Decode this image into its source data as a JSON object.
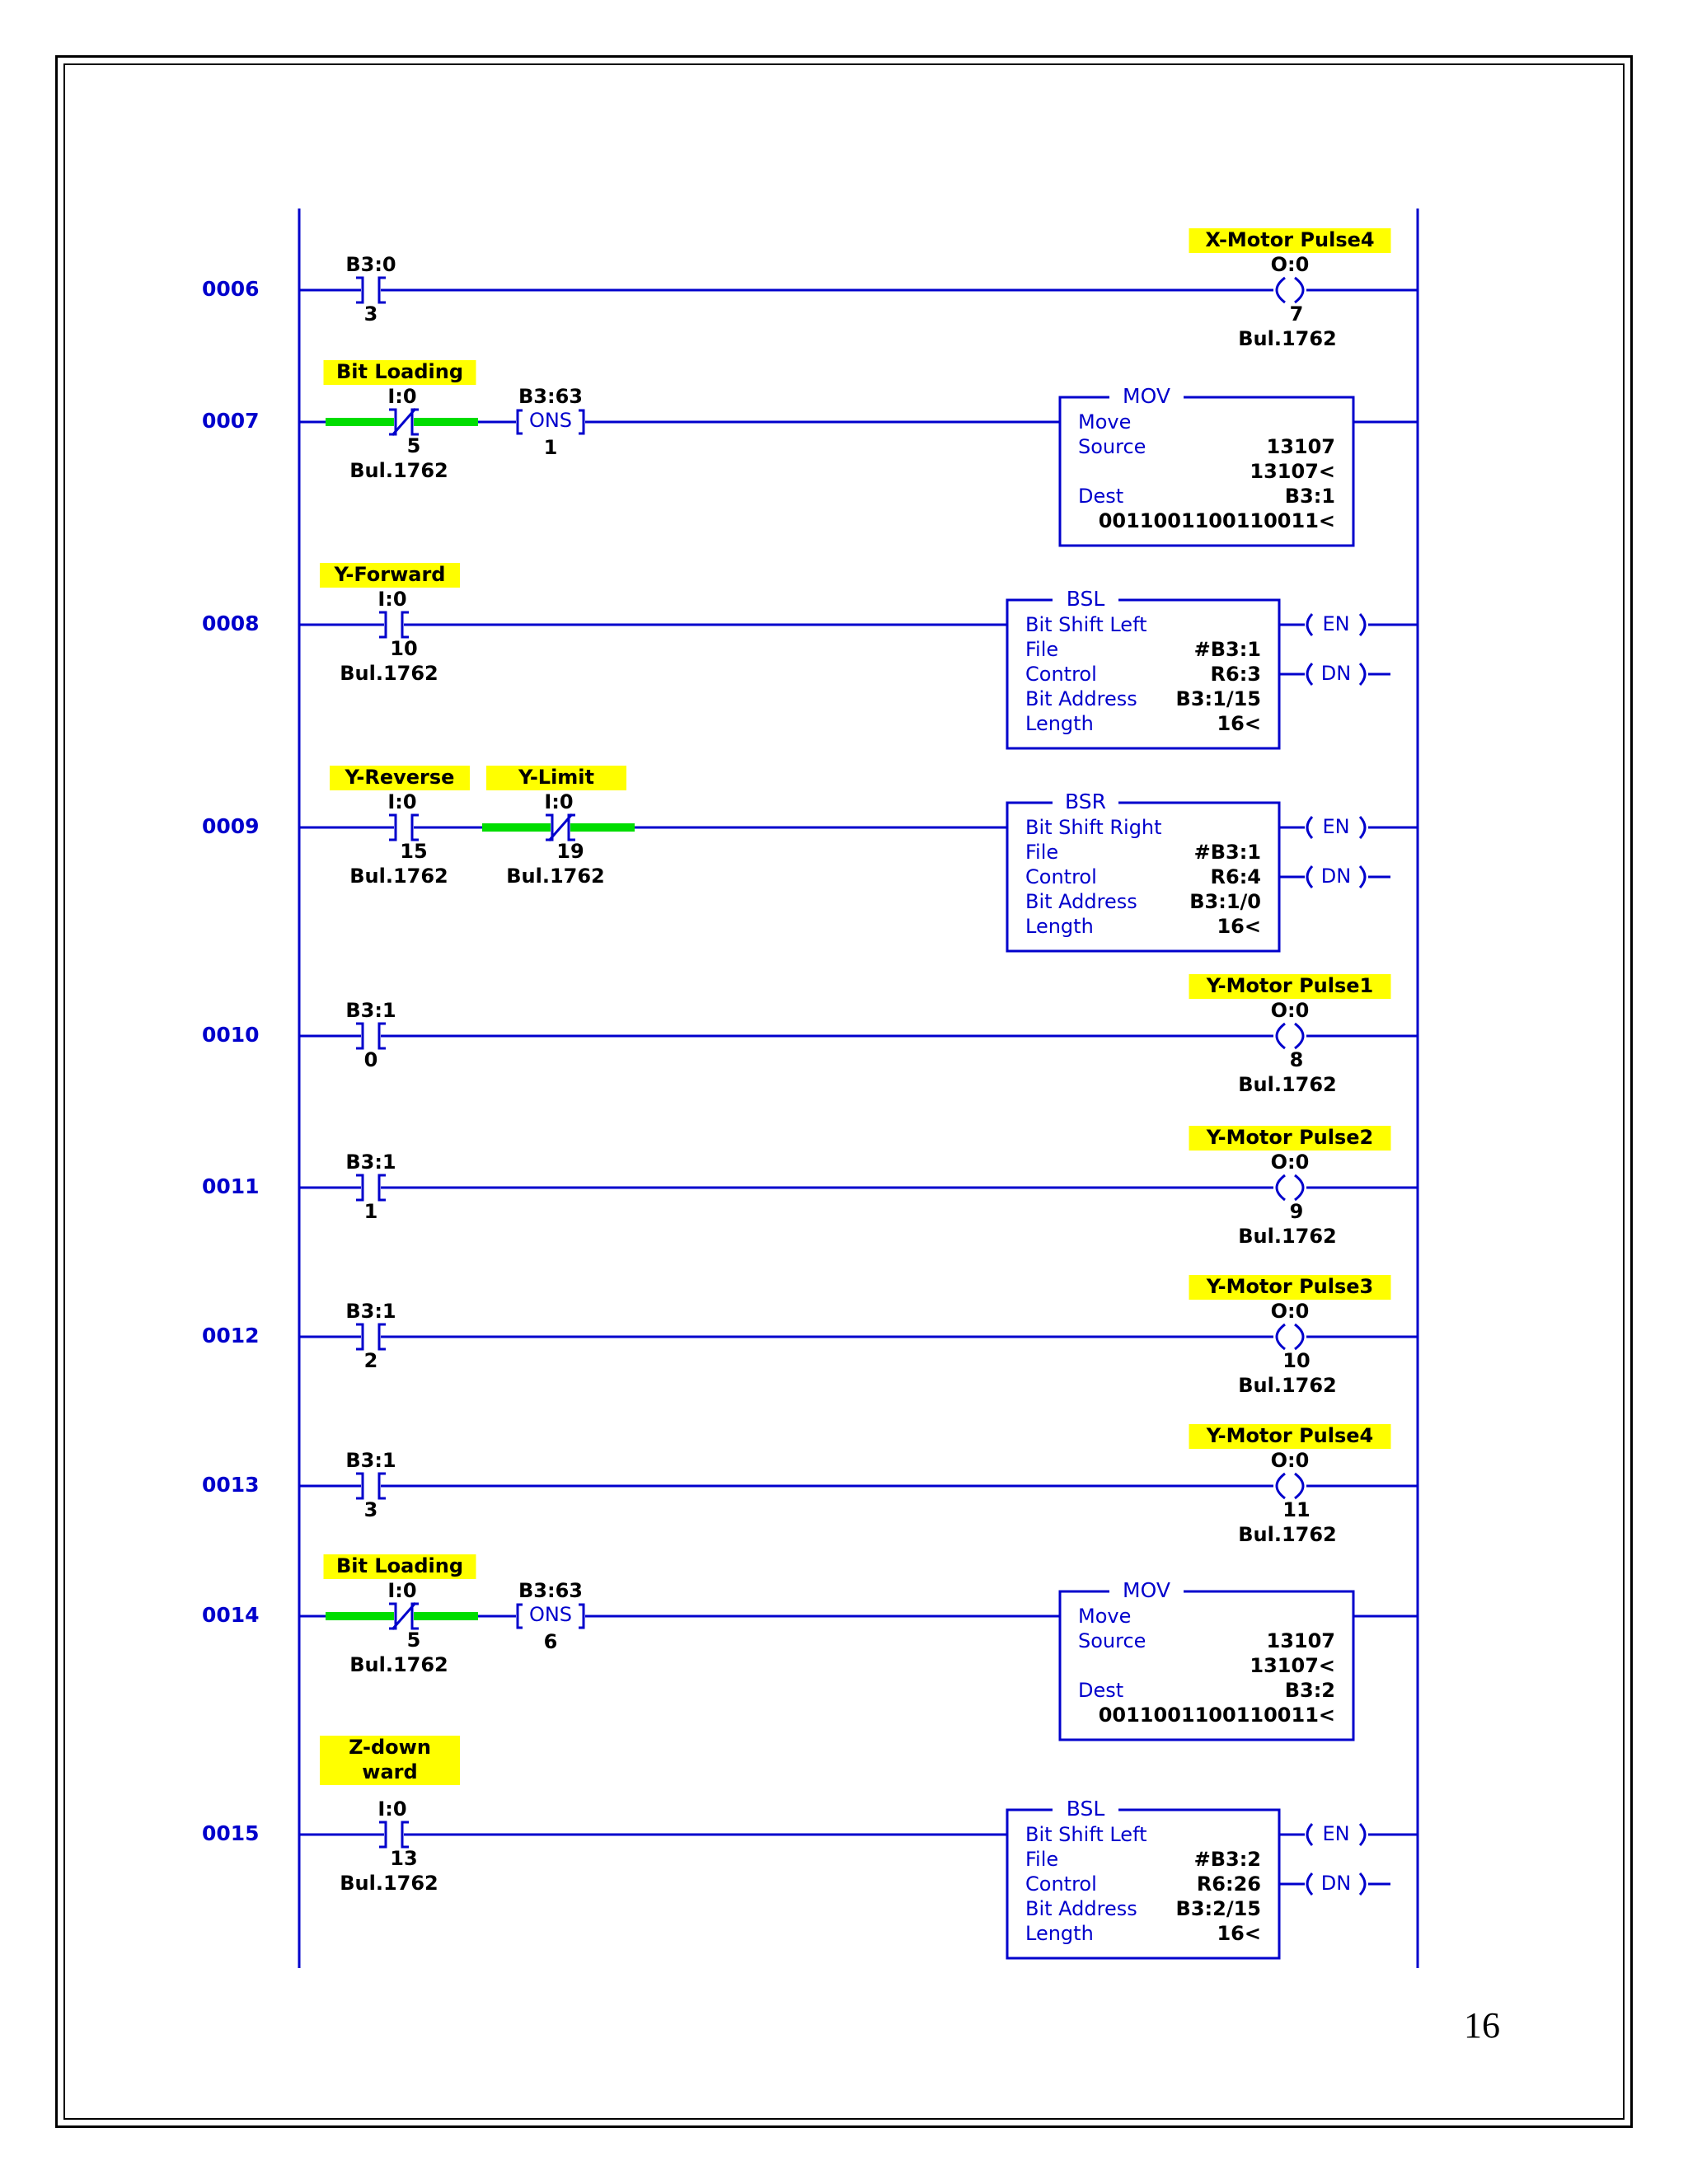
{
  "page_number": "16",
  "colors": {
    "wire": "#0000cc",
    "tag_bg": "#ffff00",
    "energized": "#00dd00",
    "text": "#000000",
    "frame": "#000000"
  },
  "rungs": [
    {
      "number": "0006",
      "contacts": [
        {
          "type": "XIC",
          "address": "B3:0",
          "bit": "3"
        }
      ],
      "output": {
        "kind": "coil",
        "tag": "X-Motor Pulse4",
        "address": "O:0",
        "bit": "7",
        "module": "Bul.1762"
      }
    },
    {
      "number": "0007",
      "contacts": [
        {
          "type": "XIO",
          "address": "I:0",
          "bit": "5",
          "module": "Bul.1762",
          "tag": "Bit Loading",
          "energized": true
        },
        {
          "type": "ONS",
          "address": "B3:63",
          "bit": "1",
          "label": "ONS"
        }
      ],
      "output": {
        "kind": "box",
        "mnemonic": "MOV",
        "title": "Move",
        "rows": [
          {
            "label": "Source",
            "value": "13107"
          },
          {
            "label": "",
            "value": "13107<"
          },
          {
            "label": "Dest",
            "value": "B3:1"
          }
        ],
        "bits": "0011001100110011<"
      }
    },
    {
      "number": "0008",
      "contacts": [
        {
          "type": "XIC",
          "address": "I:0",
          "bit": "10",
          "module": "Bul.1762",
          "tag": "Y-Forward"
        }
      ],
      "output": {
        "kind": "box",
        "mnemonic": "BSL",
        "title": "Bit Shift Left",
        "rows": [
          {
            "label": "File",
            "value": "#B3:1"
          },
          {
            "label": "Control",
            "value": "R6:3"
          },
          {
            "label": "Bit Address",
            "value": "B3:1/15"
          },
          {
            "label": "Length",
            "value": "16<"
          }
        ],
        "outputs": [
          "EN",
          "DN"
        ]
      }
    },
    {
      "number": "0009",
      "contacts": [
        {
          "type": "XIC",
          "address": "I:0",
          "bit": "15",
          "module": "Bul.1762",
          "tag": "Y-Reverse"
        },
        {
          "type": "XIO",
          "address": "I:0",
          "bit": "19",
          "module": "Bul.1762",
          "tag": "Y-Limit",
          "energized": true
        }
      ],
      "output": {
        "kind": "box",
        "mnemonic": "BSR",
        "title": "Bit Shift Right",
        "rows": [
          {
            "label": "File",
            "value": "#B3:1"
          },
          {
            "label": "Control",
            "value": "R6:4"
          },
          {
            "label": "Bit Address",
            "value": "B3:1/0"
          },
          {
            "label": "Length",
            "value": "16<"
          }
        ],
        "outputs": [
          "EN",
          "DN"
        ]
      }
    },
    {
      "number": "0010",
      "contacts": [
        {
          "type": "XIC",
          "address": "B3:1",
          "bit": "0"
        }
      ],
      "output": {
        "kind": "coil",
        "tag": "Y-Motor Pulse1",
        "address": "O:0",
        "bit": "8",
        "module": "Bul.1762"
      }
    },
    {
      "number": "0011",
      "contacts": [
        {
          "type": "XIC",
          "address": "B3:1",
          "bit": "1"
        }
      ],
      "output": {
        "kind": "coil",
        "tag": "Y-Motor Pulse2",
        "address": "O:0",
        "bit": "9",
        "module": "Bul.1762"
      }
    },
    {
      "number": "0012",
      "contacts": [
        {
          "type": "XIC",
          "address": "B3:1",
          "bit": "2"
        }
      ],
      "output": {
        "kind": "coil",
        "tag": "Y-Motor Pulse3",
        "address": "O:0",
        "bit": "10",
        "module": "Bul.1762"
      }
    },
    {
      "number": "0013",
      "contacts": [
        {
          "type": "XIC",
          "address": "B3:1",
          "bit": "3"
        }
      ],
      "output": {
        "kind": "coil",
        "tag": "Y-Motor Pulse4",
        "address": "O:0",
        "bit": "11",
        "module": "Bul.1762"
      }
    },
    {
      "number": "0014",
      "contacts": [
        {
          "type": "XIO",
          "address": "I:0",
          "bit": "5",
          "module": "Bul.1762",
          "tag": "Bit Loading",
          "energized": true
        },
        {
          "type": "ONS",
          "address": "B3:63",
          "bit": "6",
          "label": "ONS"
        }
      ],
      "output": {
        "kind": "box",
        "mnemonic": "MOV",
        "title": "Move",
        "rows": [
          {
            "label": "Source",
            "value": "13107"
          },
          {
            "label": "",
            "value": "13107<"
          },
          {
            "label": "Dest",
            "value": "B3:2"
          }
        ],
        "bits": "0011001100110011<"
      }
    },
    {
      "number": "0015",
      "contacts": [
        {
          "type": "XIC",
          "address": "I:0",
          "bit": "13",
          "module": "Bul.1762",
          "tag": "Z-down ward"
        }
      ],
      "output": {
        "kind": "box",
        "mnemonic": "BSL",
        "title": "Bit Shift Left",
        "rows": [
          {
            "label": "File",
            "value": "#B3:2"
          },
          {
            "label": "Control",
            "value": "R6:26"
          },
          {
            "label": "Bit Address",
            "value": "B3:2/15"
          },
          {
            "label": "Length",
            "value": "16<"
          }
        ],
        "outputs": [
          "EN",
          "DN"
        ]
      }
    }
  ]
}
